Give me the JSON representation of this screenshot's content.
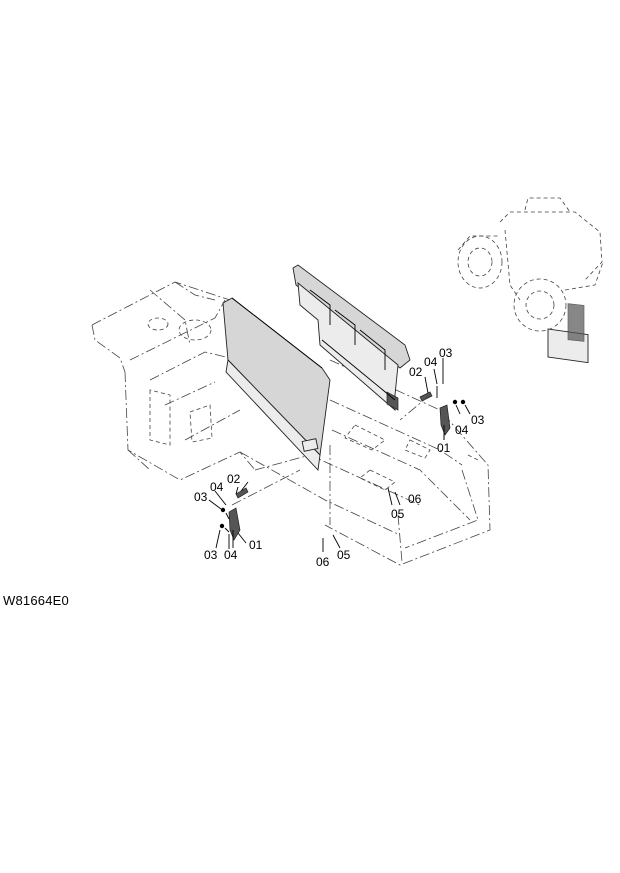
{
  "drawing_code": "W81664E0",
  "callouts": {
    "c01_left": "01",
    "c02_left": "02",
    "c03_left_a": "03",
    "c03_left_b": "03",
    "c04_left_a": "04",
    "c04_left_b": "04",
    "c05_mid": "05",
    "c06_mid": "06",
    "c05_right": "05",
    "c06_right": "06",
    "c01_right": "01",
    "c02_right": "02",
    "c03_right_a": "03",
    "c03_right_b": "03",
    "c04_right_a": "04",
    "c04_right_b": "04"
  }
}
